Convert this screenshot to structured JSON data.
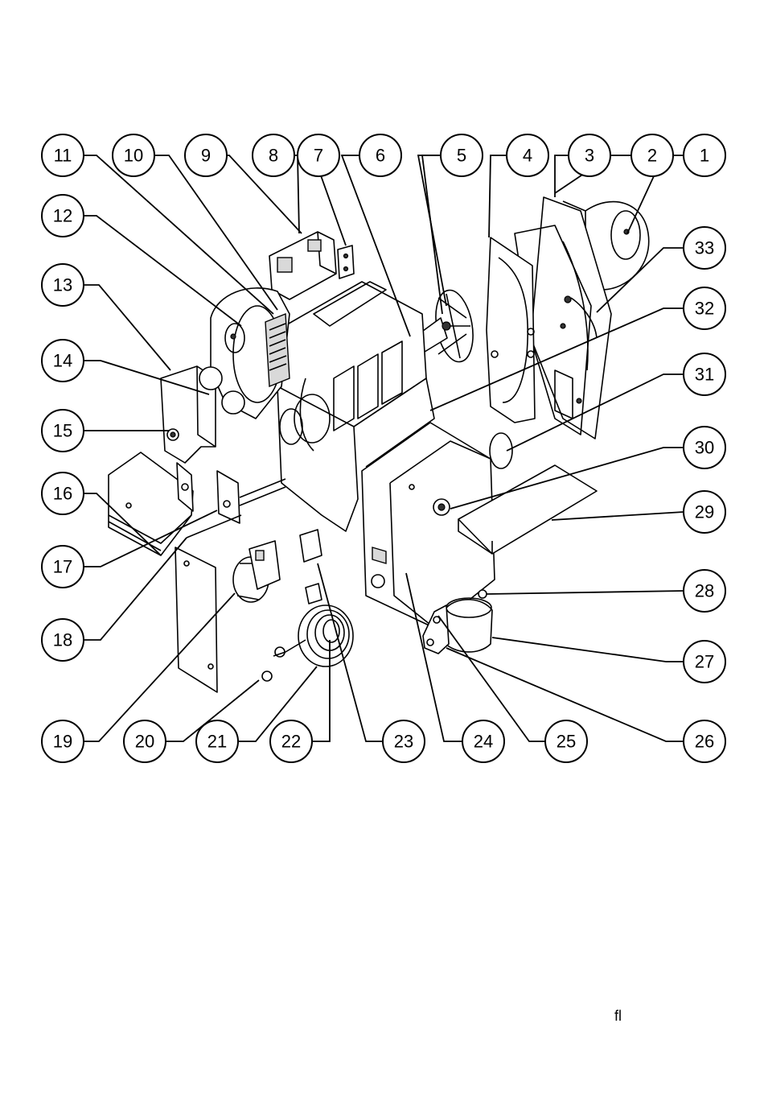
{
  "diagram": {
    "callouts": [
      "1",
      "2",
      "3",
      "4",
      "5",
      "6",
      "7",
      "8",
      "9",
      "10",
      "11",
      "12",
      "13",
      "14",
      "15",
      "16",
      "17",
      "18",
      "19",
      "20",
      "21",
      "22",
      "23",
      "24",
      "25",
      "26",
      "27",
      "28",
      "29",
      "30",
      "31",
      "32",
      "33"
    ]
  },
  "footer": {
    "mark": "fl"
  }
}
